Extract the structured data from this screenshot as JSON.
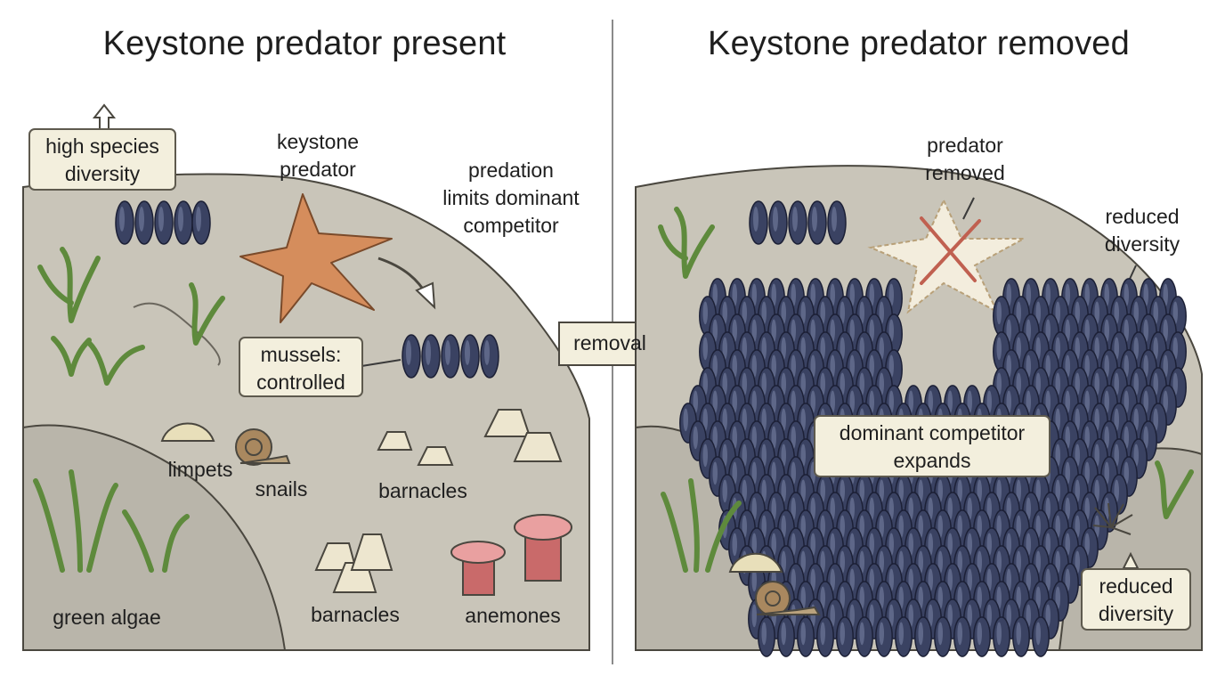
{
  "left_panel": {
    "title": "Keystone predator present",
    "callouts": {
      "high_diversity": "high species\ndiversity",
      "keystone_predator": "keystone\npredator",
      "predation_limits": "predation\nlimits dominant\ncompetitor",
      "mussels_controlled": "mussels:\ncontrolled"
    },
    "species_labels": {
      "limpets": "limpets",
      "snails": "snails",
      "barnacles_upper": "barnacles",
      "barnacles_lower": "barnacles",
      "green_algae": "green algae",
      "anemones": "anemones"
    }
  },
  "transition": {
    "label": "removal"
  },
  "right_panel": {
    "title": "Keystone predator removed",
    "callouts": {
      "predator_removed": "predator\nremoved",
      "reduced_diversity_top": "reduced\ndiversity",
      "dominant_expands": "dominant competitor\nexpands",
      "reduced_diversity_bottom": "reduced\ndiversity"
    }
  },
  "colors": {
    "rock": "#c9c5b9",
    "rock_shade": "#b9b5aa",
    "mussel": "#3a4262",
    "mussel_highlight": "#7b86a8",
    "starfish": "#d58d5c",
    "algae": "#5e8a3c",
    "anemone": "#c96a6a",
    "removal_mark": "#c06050",
    "label_box": "#f3efdd"
  }
}
